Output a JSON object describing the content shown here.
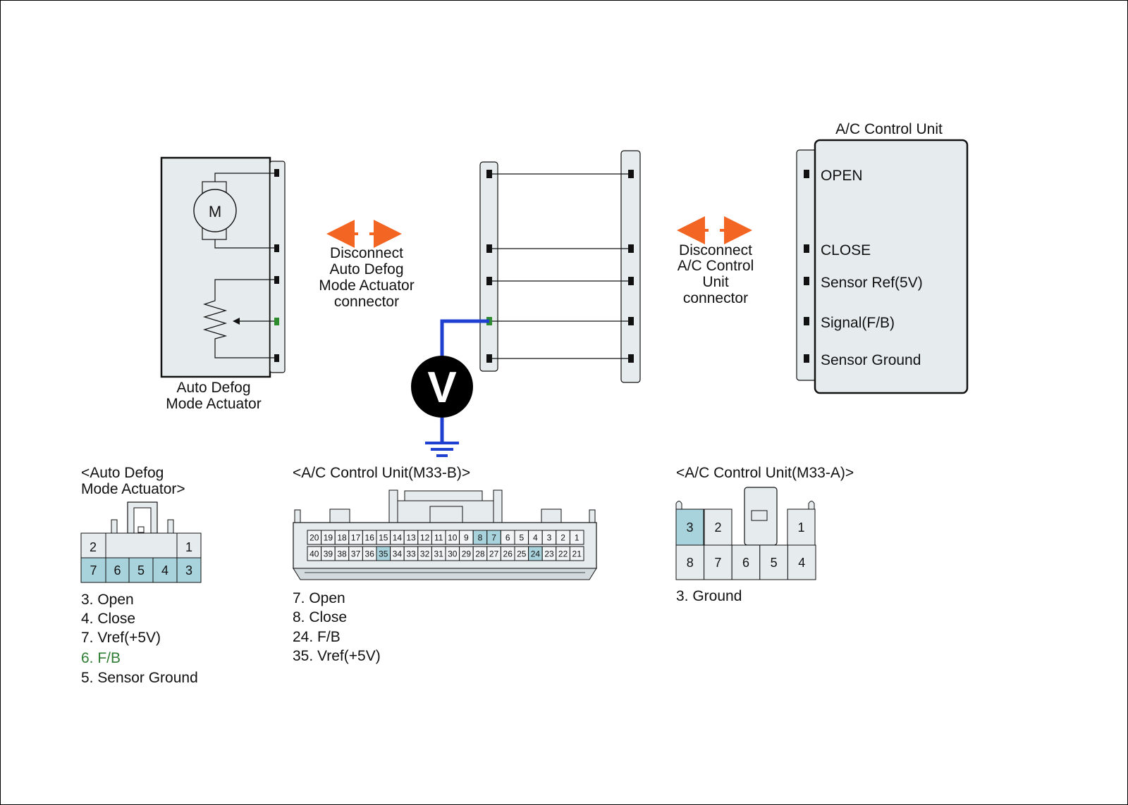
{
  "actuator": {
    "motor_symbol": "M",
    "label_line1": "Auto Defog",
    "label_line2": "Mode Actuator"
  },
  "disconnect_left": [
    "Disconnect",
    "Auto Defog",
    "Mode Actuator",
    "connector"
  ],
  "disconnect_right": [
    "Disconnect",
    "A/C Control",
    "Unit",
    "connector"
  ],
  "voltmeter_symbol": "V",
  "control_unit": {
    "title": "A/C Control Unit",
    "pins": [
      "OPEN",
      "CLOSE",
      "Sensor Ref(5V)",
      "Signal(F/B)",
      "Sensor Ground"
    ]
  },
  "connector_actuator": {
    "title_line1": "<Auto Defog",
    "title_line2": "Mode Actuator>",
    "top_pins": [
      "2",
      "1"
    ],
    "bottom_pins": [
      "7",
      "6",
      "5",
      "4",
      "3"
    ],
    "legend": [
      "3. Open",
      "4. Close",
      "7. Vref(+5V)",
      "6. F/B",
      "5. Sensor Ground"
    ]
  },
  "connector_m33b": {
    "title": "<A/C Control Unit(M33-B)>",
    "top_row": [
      "20",
      "19",
      "18",
      "17",
      "16",
      "15",
      "14",
      "13",
      "12",
      "11",
      "10",
      "9",
      "8",
      "7",
      "6",
      "5",
      "4",
      "3",
      "2",
      "1"
    ],
    "bottom_row": [
      "40",
      "39",
      "38",
      "37",
      "36",
      "35",
      "34",
      "33",
      "32",
      "31",
      "30",
      "29",
      "28",
      "27",
      "26",
      "25",
      "24",
      "23",
      "22",
      "21"
    ],
    "highlighted": [
      "8",
      "7",
      "35",
      "24"
    ],
    "legend": [
      "7. Open",
      "8. Close",
      "24. F/B",
      "35. Vref(+5V)"
    ]
  },
  "connector_m33a": {
    "title": "<A/C Control Unit(M33-A)>",
    "top_pins": [
      "3",
      "2",
      "1"
    ],
    "bottom_pins": [
      "8",
      "7",
      "6",
      "5",
      "4"
    ],
    "highlighted": [
      "3"
    ],
    "legend": [
      "3. Ground"
    ]
  },
  "colors": {
    "panel": "#e6ecee",
    "highlight": "#a9d3dc",
    "arrow": "#f26522",
    "probe_wire": "#1f3fd1",
    "fb_pin": "#2e8b2e",
    "fb_text": "#2e7d32"
  }
}
